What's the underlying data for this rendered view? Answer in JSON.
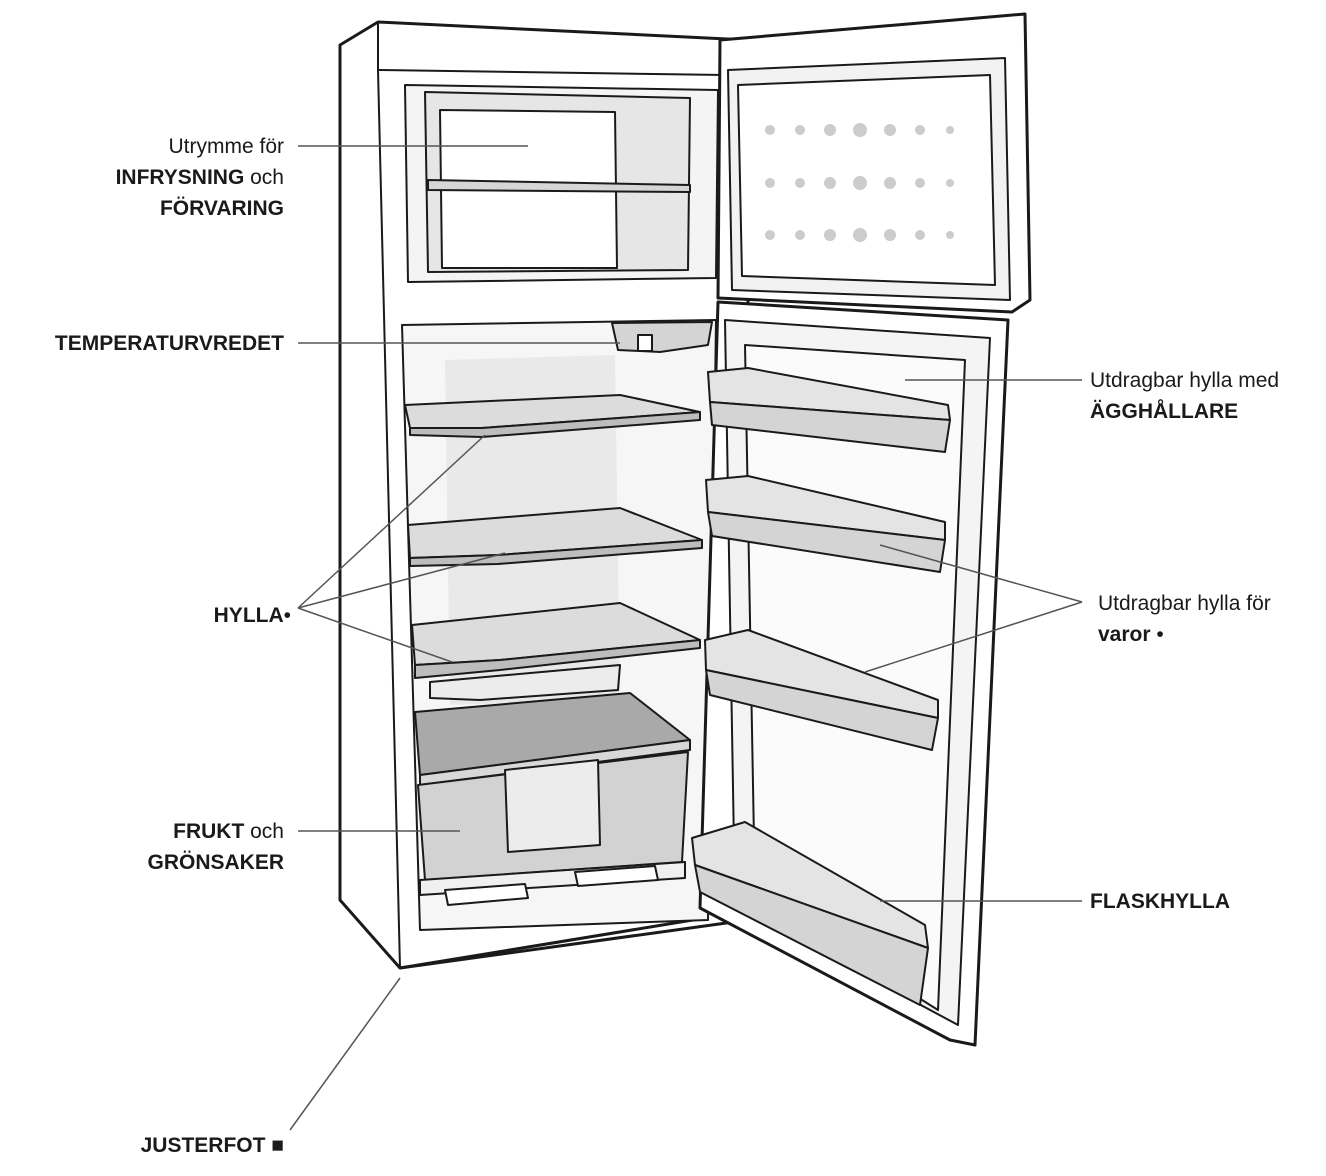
{
  "labels": {
    "freezer": {
      "line1": "Utrymme för",
      "line2_bold": "INFRYSNING",
      "line2_rest": " och",
      "line3_bold": "FÖRVARING"
    },
    "thermostat": {
      "bold": "TEMPERATURVREDET"
    },
    "shelves": {
      "bold": "HYLLA",
      "mark": "•"
    },
    "crisper": {
      "line1_bold": "FRUKT",
      "line1_rest": " och",
      "line2_bold": "GRÖNSAKER"
    },
    "foot": {
      "bold": "JUSTERFOT",
      "mark": " ■"
    },
    "egg_rack": {
      "line1": "Utdragbar hylla med",
      "line2_bold": "ÄGGHÅLLARE"
    },
    "door_shelf": {
      "line1": "Utdragbar hylla för",
      "line2_bold": "varor",
      "line2_mark": " •"
    },
    "bottle_shelf": {
      "bold": "FLASKHYLLA"
    }
  },
  "colors": {
    "outline": "#1a1a1a",
    "leader": "#555555",
    "shade": "#cfcfcf",
    "light": "#ececec"
  }
}
